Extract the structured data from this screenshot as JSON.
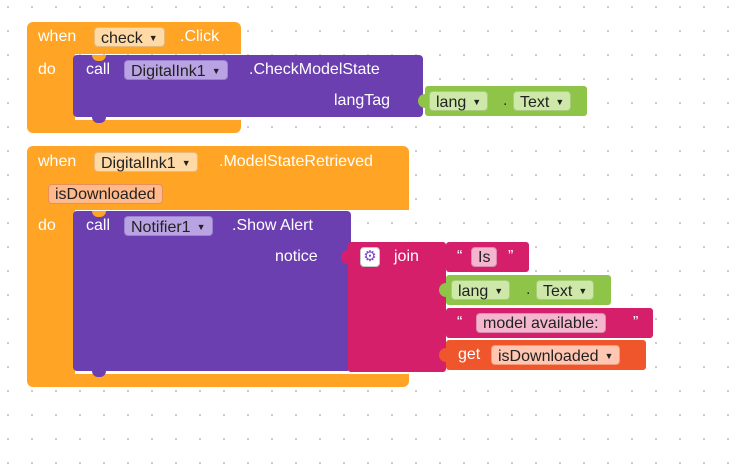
{
  "block1": {
    "when": "when",
    "event_component": "check",
    "event_name": ".Click",
    "do": "do",
    "call": "call",
    "component": "DigitalInk1",
    "method": ".CheckModelState",
    "arg_label": "langTag",
    "arg_component": "lang",
    "dot": ".",
    "arg_property": "Text"
  },
  "block2": {
    "when": "when",
    "event_component": "DigitalInk1",
    "event_name": ".ModelStateRetrieved",
    "param": "isDownloaded",
    "do": "do",
    "call": "call",
    "component": "Notifier1",
    "method": ".Show Alert",
    "arg_label": "notice",
    "join_label": "join",
    "str1_open": "“",
    "str1": "Is",
    "str1_close": "”",
    "lang_component": "lang",
    "dot": ".",
    "lang_property": "Text",
    "str2_open": "“",
    "str2": "model available:",
    "str2_close": "”",
    "get_label": "get",
    "get_var": "isDownloaded"
  },
  "colors": {
    "event": "#ffa425",
    "call": "#6b3fb0",
    "component_getter": "#8ec448",
    "text": "#d61f6b",
    "variable": "#f0562b"
  }
}
